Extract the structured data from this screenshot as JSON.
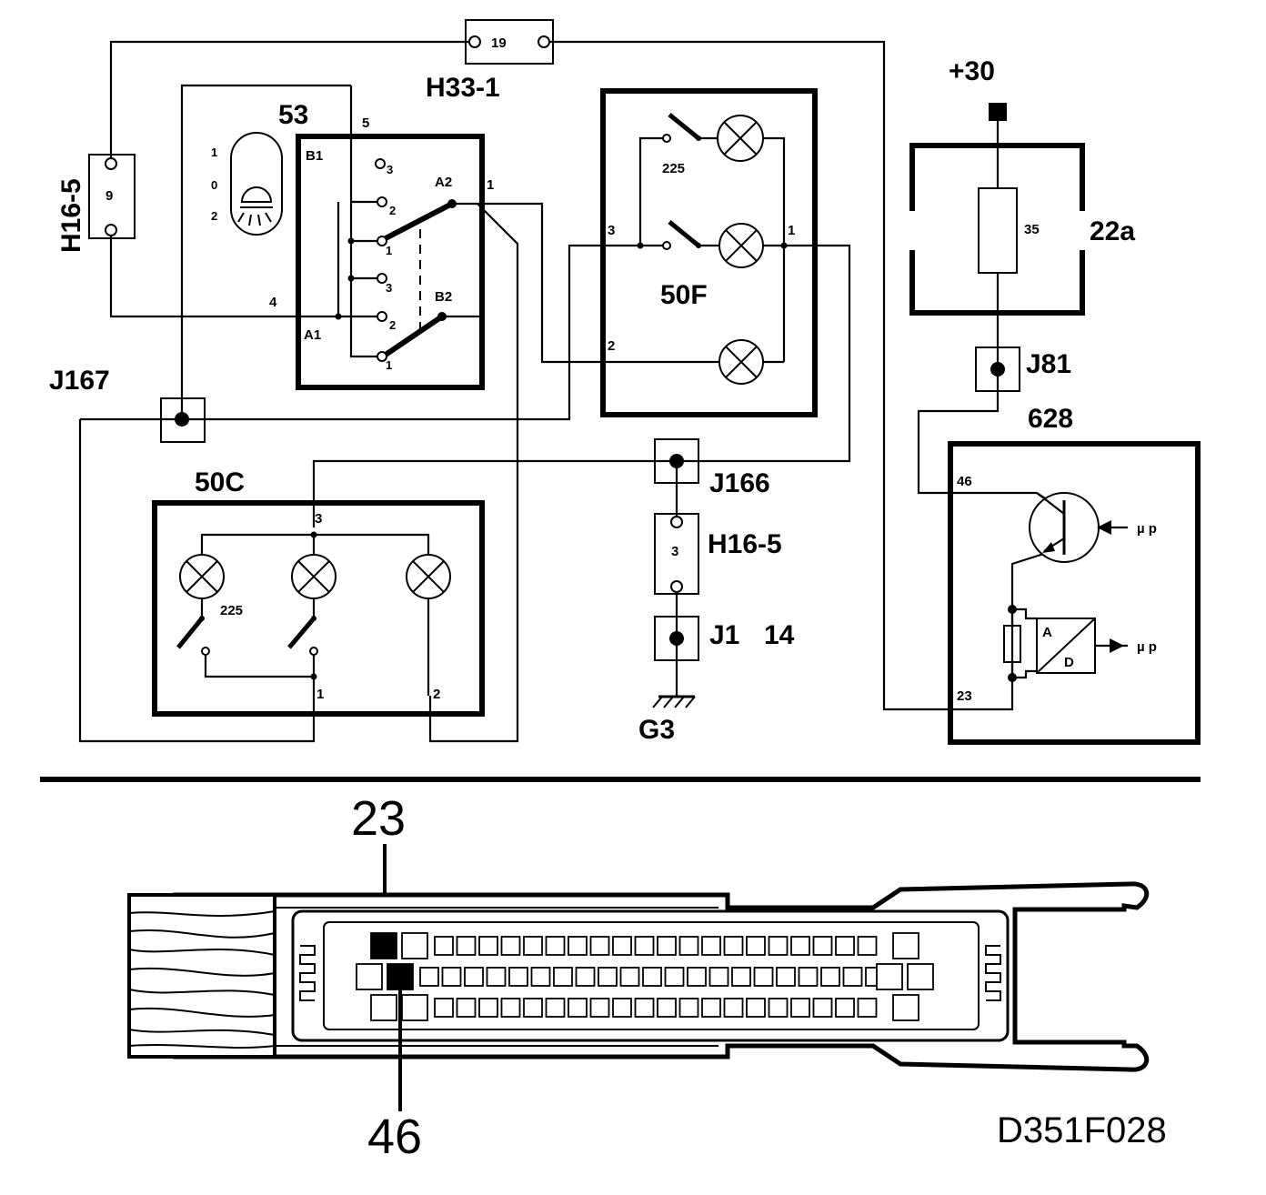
{
  "labels": {
    "connector_h33": "H33-1",
    "connector_h33_pin": "19",
    "connector_h16_left": "H16-5",
    "connector_h16_left_pin": "9",
    "switch_53": "53",
    "switch_53_pin5": "5",
    "switch_53_pin4": "4",
    "switch_53_pin1": "1",
    "switch_B1": "B1",
    "switch_A1": "A1",
    "switch_A2": "A2",
    "switch_B2": "B2",
    "sw_pos_1": "1",
    "sw_pos_0": "0",
    "sw_pos_2": "2",
    "pos_o3": "O",
    "sub_3": "3",
    "sub_2": "2",
    "sub_1": "1",
    "lamp_50f": "50F",
    "lamp_50f_225": "225",
    "lamp_50f_pin3": "3",
    "lamp_50f_pin1": "1",
    "lamp_50f_pin2": "2",
    "j167": "J167",
    "j166": "J166",
    "lamp_50c": "50C",
    "lamp_50c_225": "225",
    "lamp_50c_pin3": "3",
    "lamp_50c_pin1": "1",
    "lamp_50c_pin2": "2",
    "h16_mid": "H16-5",
    "h16_mid_pin": "3",
    "j1": "J1",
    "j1_num": "14",
    "ground": "G3",
    "plus30": "+30",
    "fuse_box": "22a",
    "fuse_value": "35",
    "j81": "J81",
    "ecu": "628",
    "ecu_pin46": "46",
    "ecu_pin23": "23",
    "ad_a": "A",
    "ad_d": "D",
    "mu_p_1": "µ p",
    "mu_p_2": "µ p",
    "connector_pin_top": "23",
    "connector_pin_bottom": "46",
    "drawing_code": "D351F028"
  }
}
